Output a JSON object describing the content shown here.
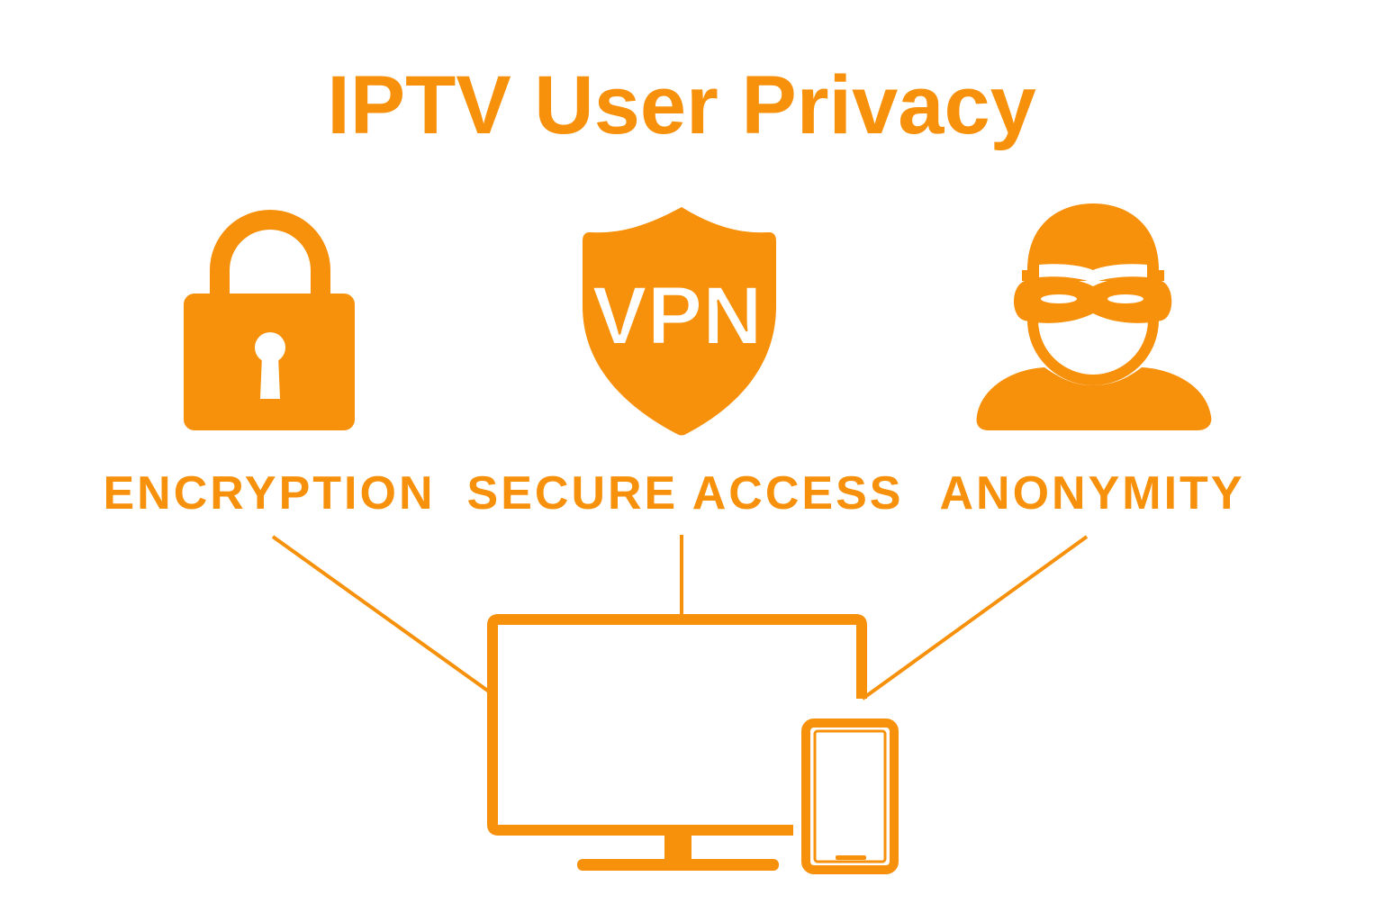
{
  "title": "IPTV User Privacy",
  "colors": {
    "accent": "#F7900A",
    "background": "#FFFFFF"
  },
  "features": [
    {
      "label": "ENCRYPTION",
      "icon": "lock-icon"
    },
    {
      "label": "SECURE ACCESS",
      "icon": "vpn-shield-icon",
      "badge": "VPN"
    },
    {
      "label": "ANONYMITY",
      "icon": "masked-user-icon"
    }
  ],
  "devices": [
    "tv-monitor-icon",
    "smartphone-icon"
  ]
}
